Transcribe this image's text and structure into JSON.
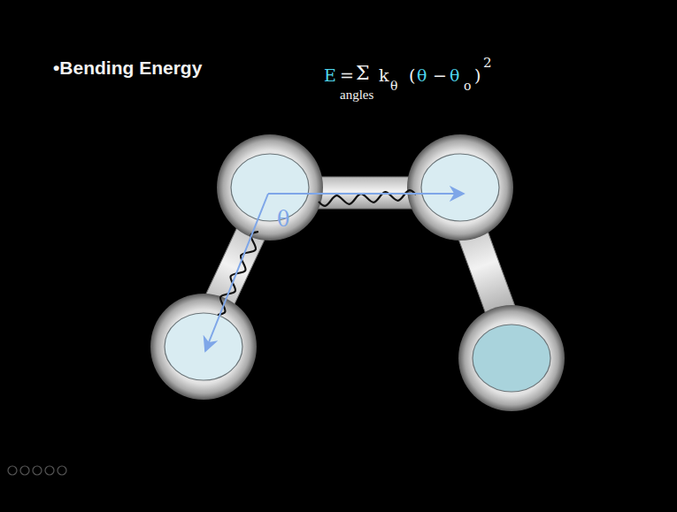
{
  "diagram": {
    "title": "•Bending Energy",
    "labels": [
      "E",
      "=",
      "Σ",
      "angles",
      "k",
      "θ",
      "(",
      "θ",
      "−",
      "θ",
      "o",
      ")",
      "2",
      "θ"
    ]
  }
}
